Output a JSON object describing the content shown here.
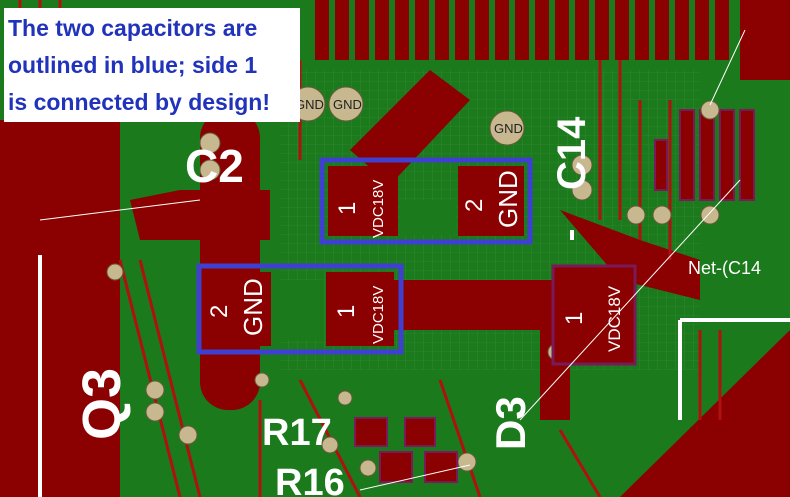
{
  "annotation": {
    "lines": [
      "The two capacitors are",
      "outlined in blue; side 1",
      "is connected by design!"
    ]
  },
  "colors": {
    "board": "#1b7a1b",
    "copper": "#8b0000",
    "copper_light": "#a01010",
    "highlight_outline": "#4040d0",
    "via_ring": "#c8b890",
    "silkscreen": "#ffffff",
    "annotation_text": "#2233bb"
  },
  "pads": {
    "top_cap_pin1_num": "1",
    "top_cap_pin1_net": "VDC18V",
    "top_cap_pin2_num": "2",
    "top_cap_pin2_net": "GND",
    "bottom_cap_pin2_num": "2",
    "bottom_cap_pin2_net": "GND",
    "bottom_cap_pin1_num": "1",
    "bottom_cap_pin1_net": "VDC18V",
    "right_pad_num": "1",
    "right_pad_net": "VDC18V"
  },
  "silkscreen": {
    "q3": "Q3",
    "r17": "R17",
    "r16": "R16",
    "d3": "D3",
    "c2": "C2",
    "c14_partial": "C14",
    "net_label": "Net-(C14"
  },
  "vias": {
    "gnd_1": "GND",
    "gnd_2": "GND",
    "gnd_3": "GND"
  }
}
